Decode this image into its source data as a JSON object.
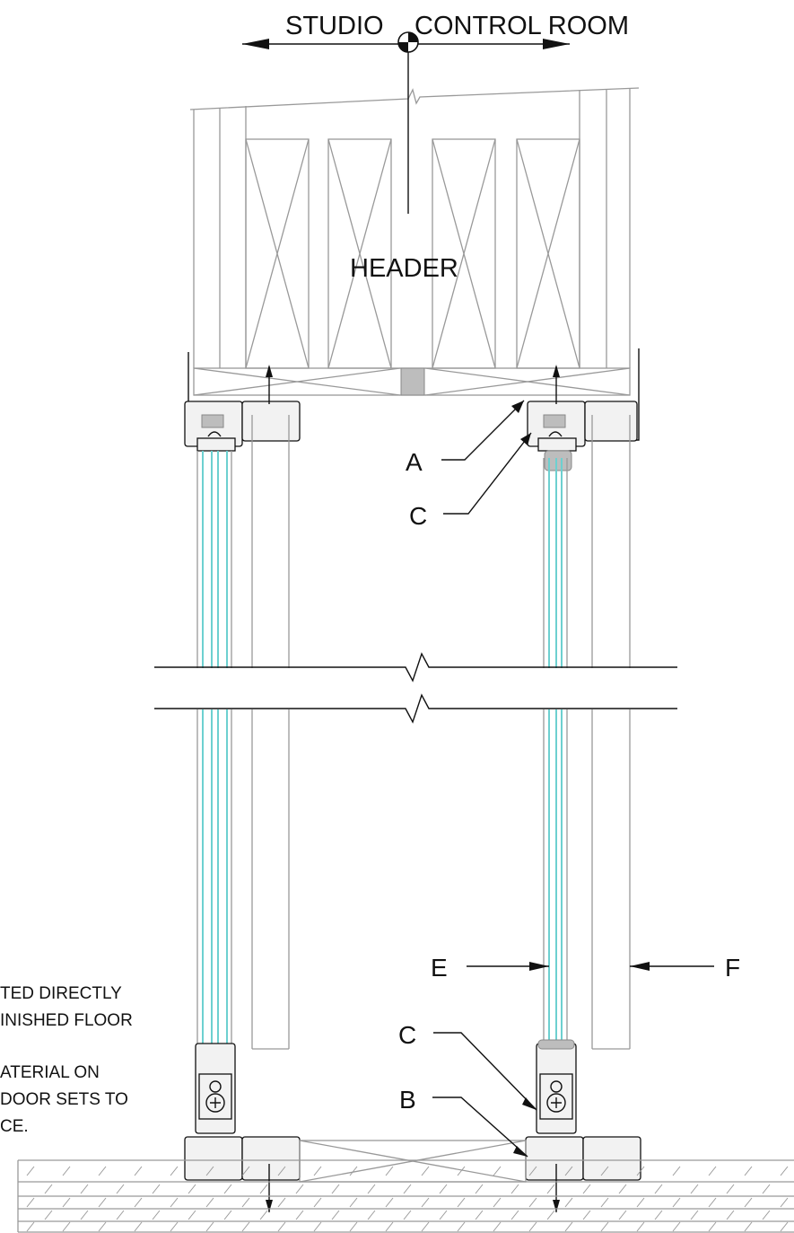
{
  "labels": {
    "top_left": "STUDIO",
    "top_right": "CONTROL ROOM",
    "header": "HEADER",
    "callout_a": "A",
    "callout_c_top": "C",
    "callout_e": "E",
    "callout_f": "F",
    "callout_c_bottom": "C",
    "callout_b": "B"
  },
  "note": {
    "line1": "TED DIRECTLY",
    "line2": "INISHED FLOOR",
    "line3": "ATERIAL ON",
    "line4": "DOOR SETS TO",
    "line5": "CE."
  }
}
